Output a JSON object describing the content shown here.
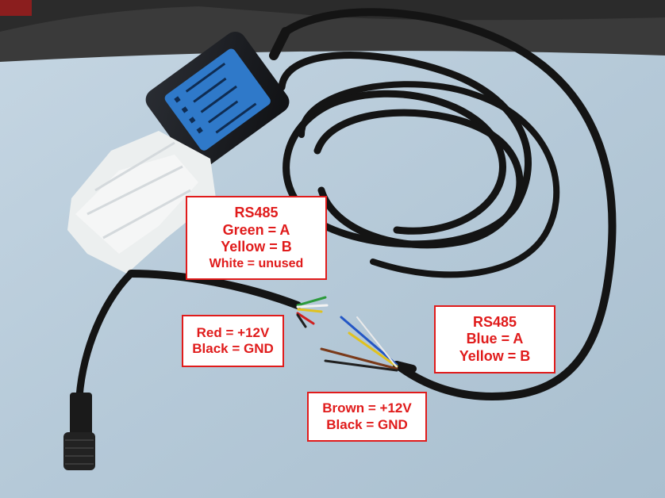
{
  "labels": {
    "rs485_adapter": {
      "title": "RS485",
      "line1": "Green = A",
      "line2": "Yellow = B",
      "line3": "White = unused"
    },
    "power_adapter": {
      "line1": "Red = +12V",
      "line2": "Black = GND"
    },
    "rs485_cable": {
      "title": "RS485",
      "line1": "Blue = A",
      "line2": "Yellow = B"
    },
    "power_cable": {
      "line1": "Brown = +12V",
      "line2": "Black = GND"
    }
  },
  "colors": {
    "label_text": "#e01b1b",
    "label_border": "#e01b1b",
    "label_background": "#ffffff",
    "table_cloth": "#b8cbd9",
    "cable": "#141414",
    "adapter_body": "#1c1e22",
    "adapter_label": "#2f79c9"
  }
}
